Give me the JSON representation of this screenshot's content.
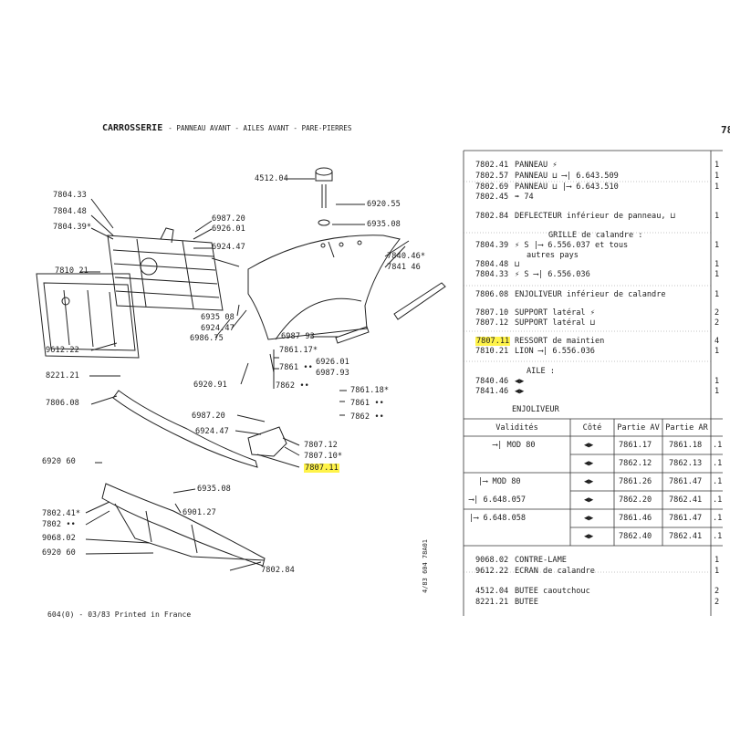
{
  "header": {
    "title": "CARROSSERIE",
    "subtitle": "- PANNEAU AVANT - AILES AVANT - PARE-PIERRES",
    "page_corner": "78"
  },
  "diagram_labels": [
    "7804.33",
    "7804.48",
    "7804.39*",
    "7810 21",
    "9612.22",
    "8221.21",
    "7806.08",
    "6920 60",
    "7802.41*",
    "7802 ••",
    "9068.02",
    "6920 60",
    "4512.04",
    "6920.55",
    "6935.08",
    "6987.20",
    "6926.01",
    "6924.47",
    "6935 08",
    "6924.47",
    "6986.75",
    "7840.46*",
    "7841 46",
    "6987 93",
    "7861.17*",
    "7861 ••",
    "7862 ••",
    "6920.91",
    "6926.01",
    "6987.93",
    "7861.18*",
    "7861 ••",
    "7862 ••",
    "6987.20",
    "6924.47",
    "7807.12",
    "7807.10*",
    "7807.11",
    "6935.08",
    "6901.27",
    "7802.84"
  ],
  "parts": [
    {
      "ref": "7802.41",
      "desc": "PANNEAU ⚡",
      "qty": "1"
    },
    {
      "ref": "7802.57",
      "desc": "PANNEAU ⊔ ⟶| 6.643.509",
      "qty": "1"
    },
    {
      "ref": "7802.69",
      "desc": "PANNEAU ⊔ |⟶ 6.643.510",
      "qty": "1"
    },
    {
      "ref": "7802.45",
      "desc": "➡ 74",
      "qty": ""
    },
    {
      "ref": "7802.84",
      "desc": "DEFLECTEUR inférieur de panneau, ⊔",
      "qty": "1"
    },
    {
      "ref": "",
      "desc": "GRILLE de calandre :",
      "qty": ""
    },
    {
      "ref": "7804.39",
      "desc": "⚡ S |⟶ 6.556.037 et tous",
      "qty": "1"
    },
    {
      "ref": "",
      "desc": "autres pays",
      "qty": ""
    },
    {
      "ref": "7804.48",
      "desc": "⊔",
      "qty": "1"
    },
    {
      "ref": "7804.33",
      "desc": "⚡ S ⟶| 6.556.036",
      "qty": "1"
    },
    {
      "ref": "7806.08",
      "desc": "ENJOLIVEUR inférieur de calandre",
      "qty": "1"
    },
    {
      "ref": "7807.10",
      "desc": "SUPPORT latéral ⚡",
      "qty": "2"
    },
    {
      "ref": "7807.12",
      "desc": "SUPPORT latéral ⊔",
      "qty": "2"
    },
    {
      "ref": "7807.11",
      "desc": "RESSORT de maintien",
      "qty": "4"
    },
    {
      "ref": "7810.21",
      "desc": "LION ⟶| 6.556.036",
      "qty": "1"
    },
    {
      "ref": "",
      "desc": "AILE :",
      "qty": ""
    },
    {
      "ref": "7840.46",
      "desc": "◀▶",
      "qty": "1"
    },
    {
      "ref": "7841.46",
      "desc": "◀▶",
      "qty": "1"
    },
    {
      "ref": "",
      "desc": "ENJOLIVEUR",
      "qty": ""
    }
  ],
  "table": {
    "headers": [
      "Validités",
      "Côté",
      "Partie AV",
      "Partie AR"
    ],
    "rows": [
      [
        "⟶| MOD 80",
        "◀▶",
        "7861.17",
        "7861.18",
        ".1"
      ],
      [
        "",
        "◀▶",
        "7862.12",
        "7862.13",
        ".1"
      ],
      [
        "|⟶ MOD 80",
        "◀▶",
        "7861.26",
        "7861.47",
        ".1"
      ],
      [
        "⟶| 6.648.057",
        "◀▶",
        "7862.20",
        "7862.41",
        ".1"
      ],
      [
        "|⟶ 6.648.058",
        "◀▶",
        "7861.46",
        "7861.47",
        ".1"
      ],
      [
        "",
        "◀▶",
        "7862.40",
        "7862.41",
        ".1"
      ]
    ]
  },
  "parts2": [
    {
      "ref": "9068.02",
      "desc": "CONTRE-LAME",
      "qty": "1"
    },
    {
      "ref": "9612.22",
      "desc": "ECRAN de calandre",
      "qty": "1"
    },
    {
      "ref": "4512.04",
      "desc": "BUTEE caoutchouc",
      "qty": "2"
    },
    {
      "ref": "8221.21",
      "desc": "BUTEE",
      "qty": "2"
    }
  ],
  "footer": "604(0) - 03/83 Printed in France",
  "side_code": "4/83  604  78A01",
  "highlight_color": "#fff34a"
}
